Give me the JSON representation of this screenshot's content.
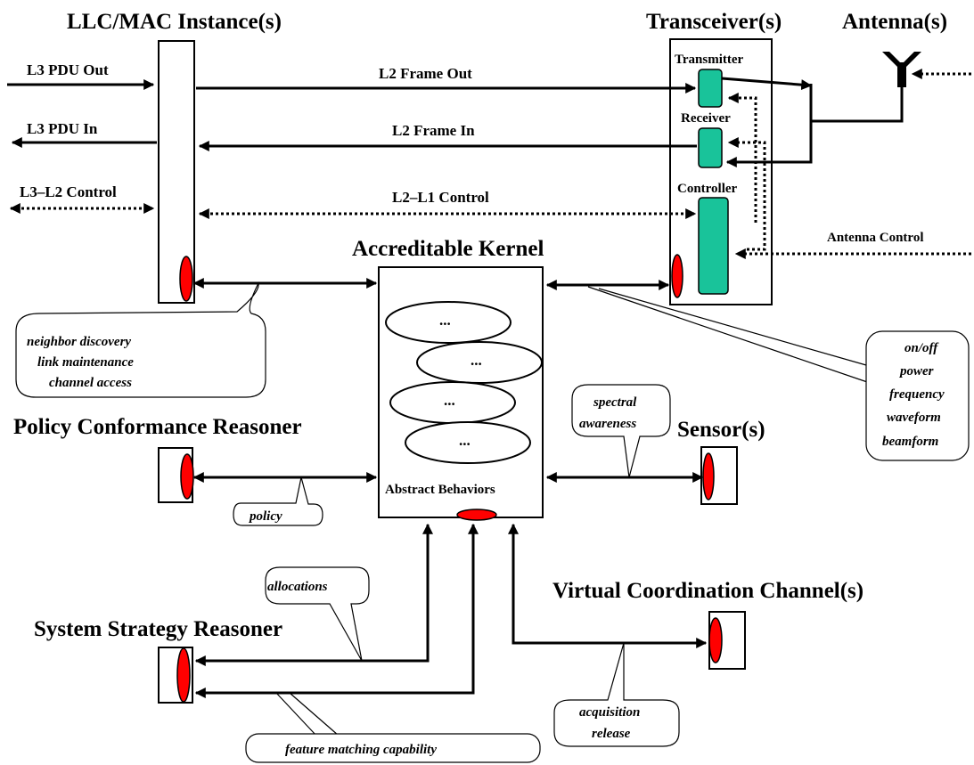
{
  "titles": {
    "llc_mac": "LLC/MAC Instance(s)",
    "transceivers": "Transceiver(s)",
    "antennas": "Antenna(s)",
    "kernel": "Accreditable Kernel",
    "policy_reasoner": "Policy Conformance Reasoner",
    "sensors": "Sensor(s)",
    "virtual_channel": "Virtual Coordination Channel(s)",
    "strategy_reasoner": "System Strategy Reasoner"
  },
  "signals": {
    "l3_pdu_out": "L3 PDU Out",
    "l3_pdu_in": "L3 PDU In",
    "l3_l2_control": "L3–L2 Control",
    "l2_frame_out": "L2 Frame Out",
    "l2_frame_in": "L2 Frame In",
    "l2_l1_control": "L2–L1 Control",
    "antenna_control": "Antenna Control"
  },
  "transceiver_parts": {
    "transmitter": "Transmitter",
    "receiver": "Receiver",
    "controller": "Controller"
  },
  "kernel": {
    "behavior_glyph": "...",
    "abstract_behaviors": "Abstract Behaviors"
  },
  "callouts": {
    "neighbor_lines": [
      "neighbor discovery",
      "link maintenance",
      "channel access"
    ],
    "radio_lines": [
      "on/off",
      "power",
      "frequency",
      "waveform",
      "beamform"
    ],
    "spectral_lines": [
      "spectral",
      "awareness"
    ],
    "policy": "policy",
    "allocations": "allocations",
    "feature": "feature matching capability",
    "acq_lines": [
      "acquisition",
      "release"
    ]
  },
  "colors": {
    "port_red": "#ff0000",
    "transceiver_green": "#19c39a",
    "line": "#000000",
    "background": "#ffffff"
  }
}
